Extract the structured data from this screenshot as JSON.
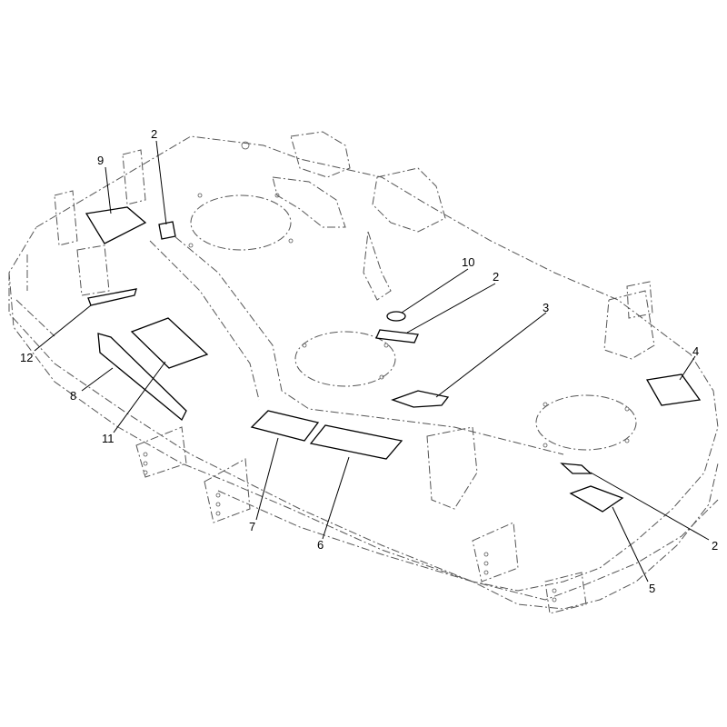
{
  "callouts": [
    {
      "id": "c9",
      "label": "9"
    },
    {
      "id": "c2a",
      "label": "2"
    },
    {
      "id": "c10",
      "label": "10"
    },
    {
      "id": "c2b",
      "label": "2"
    },
    {
      "id": "c3",
      "label": "3"
    },
    {
      "id": "c4",
      "label": "4"
    },
    {
      "id": "c12",
      "label": "12"
    },
    {
      "id": "c8",
      "label": "8"
    },
    {
      "id": "c11",
      "label": "11"
    },
    {
      "id": "c7",
      "label": "7"
    },
    {
      "id": "c6",
      "label": "6"
    },
    {
      "id": "c5",
      "label": "5"
    },
    {
      "id": "c2c",
      "label": "2"
    }
  ]
}
